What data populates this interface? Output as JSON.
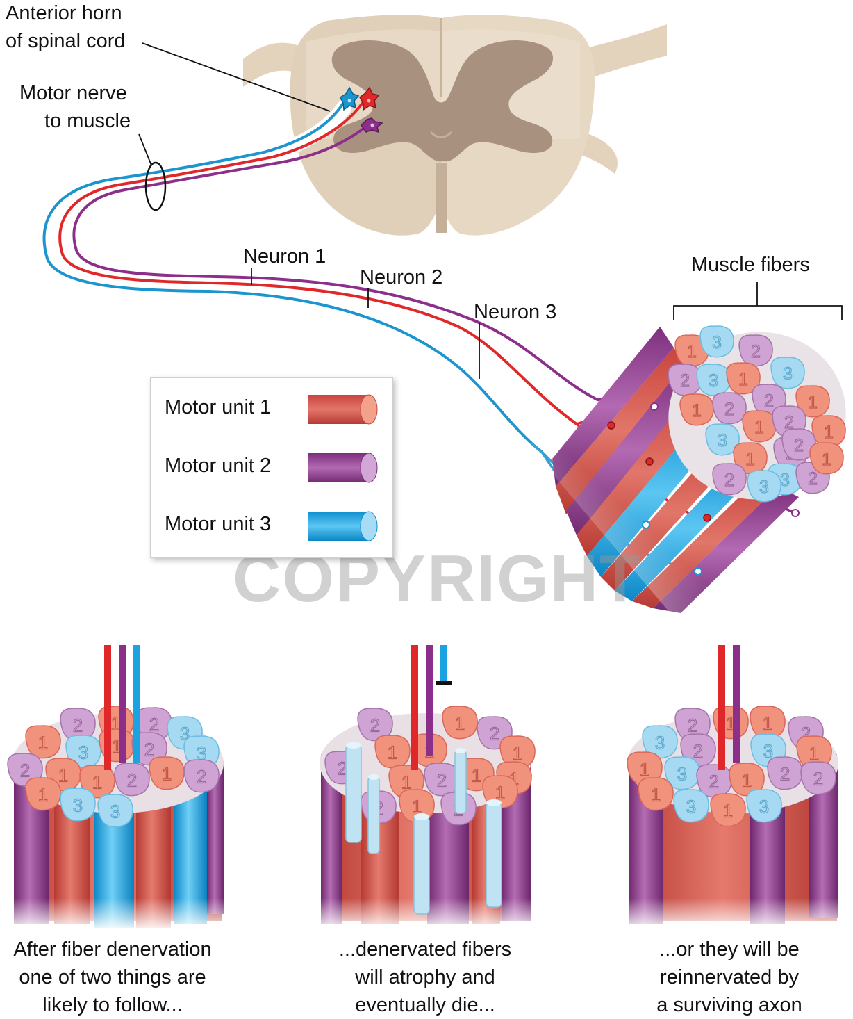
{
  "labels": {
    "anterior_horn_line1": "Anterior horn",
    "anterior_horn_line2": "of spinal cord",
    "motor_nerve_line1": "Motor nerve",
    "motor_nerve_line2": "to muscle",
    "neuron1": "Neuron 1",
    "neuron2": "Neuron 2",
    "neuron3": "Neuron 3",
    "muscle_fibers": "Muscle fibers"
  },
  "legend": {
    "items": [
      {
        "label": "Motor unit 1",
        "color": "#d9534a",
        "end_color": "#f2a28a"
      },
      {
        "label": "Motor unit 2",
        "color": "#9a3f96",
        "end_color": "#d2a6d6"
      },
      {
        "label": "Motor unit 3",
        "color": "#1aa3e0",
        "end_color": "#a8dcf4"
      }
    ]
  },
  "watermark": "COPYRIGHT",
  "bundle_numbers": {
    "main": [
      "1",
      "3",
      "2",
      "2",
      "3",
      "1",
      "3",
      "1",
      "2",
      "2",
      "1",
      "1",
      "2",
      "1",
      "3",
      "2",
      "3",
      "2",
      "1",
      "2",
      "3",
      "2",
      "1"
    ],
    "after": [
      "2",
      "1",
      "2",
      "3",
      "1",
      "3",
      "1",
      "2",
      "3",
      "2",
      "1",
      "1",
      "2",
      "1",
      "2",
      "1",
      "3",
      "3"
    ],
    "atrophy": [
      "2",
      "1",
      "2",
      "1",
      "1",
      "1",
      "2",
      "1",
      "2",
      "1",
      "1",
      "2",
      "2",
      "1",
      "1"
    ],
    "reinnervated": [
      "2",
      "1",
      "3",
      "2",
      "1",
      "2",
      "3",
      "1",
      "1",
      "3",
      "2",
      "1",
      "2",
      "2",
      "1",
      "3",
      "1",
      "3"
    ]
  },
  "captions": {
    "after": [
      "After fiber denervation",
      "one of two things are",
      "likely to follow..."
    ],
    "atrophy": [
      "...denervated fibers",
      "will atrophy and",
      "eventually die..."
    ],
    "reinnervated": [
      "...or they will be",
      "reinnervated by",
      "a surviving axon"
    ]
  },
  "colors": {
    "unit1": "#d9534a",
    "unit2": "#9a3f96",
    "unit3": "#1aa3e0",
    "spinal_white": "#e6d8c3",
    "spinal_grey": "#a8917f"
  }
}
